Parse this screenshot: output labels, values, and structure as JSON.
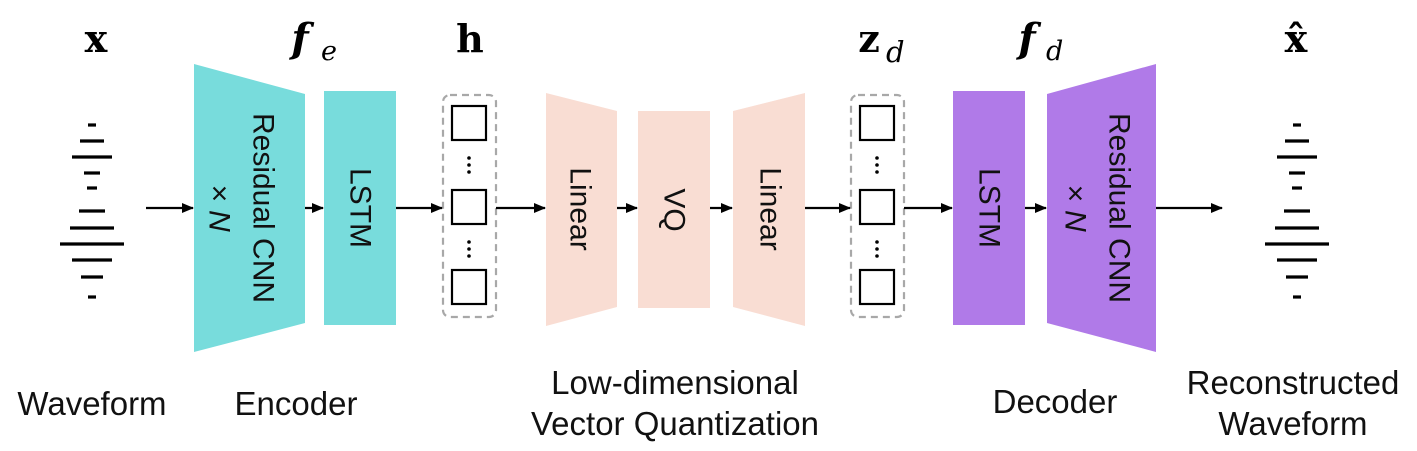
{
  "colors": {
    "encoder": "#78dcdc",
    "quantizer": "#f9ddd3",
    "decoder": "#b07ae8",
    "arrow": "#000000",
    "dashed_border": "#a8a8a8"
  },
  "symbols": {
    "input": "x",
    "encoder_fn": "f",
    "encoder_fn_sub": "e",
    "hidden": "h",
    "quantized": "z",
    "quantized_sub": "d",
    "decoder_fn": "f",
    "decoder_fn_sub": "d",
    "output": "x̂"
  },
  "blocks": {
    "encoder_cnn": {
      "label": "Residual CNN",
      "repeat": "× N"
    },
    "encoder_lstm": {
      "label": "LSTM"
    },
    "linear_in": {
      "label": "Linear"
    },
    "vq": {
      "label": "VQ"
    },
    "linear_out": {
      "label": "Linear"
    },
    "decoder_lstm": {
      "label": "LSTM"
    },
    "decoder_cnn": {
      "label": "Residual CNN",
      "repeat": "× N"
    }
  },
  "captions": {
    "waveform": "Waveform",
    "encoder": "Encoder",
    "quantization_line1": "Low-dimensional",
    "quantization_line2": "Vector Quantization",
    "decoder": "Decoder",
    "reconstructed_line1": "Reconstructed",
    "reconstructed_line2": "Waveform"
  },
  "icons": [
    "waveform-icon",
    "arrow-icon",
    "ellipsis-icon"
  ]
}
